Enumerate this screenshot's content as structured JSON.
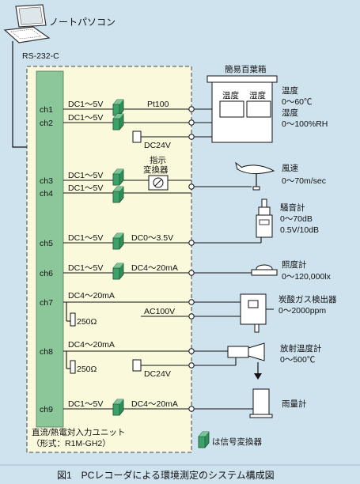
{
  "pc": {
    "label": "ノートパソコン",
    "interface": "RS-232-C"
  },
  "unit": {
    "name_line1": "直流/熱電対入力ユニット",
    "name_line2": "（形式：R1M-GH2）"
  },
  "legend": {
    "text": "は信号変換器"
  },
  "caption": "図1　PCレコーダによる環境測定のシステム構成図",
  "box": {
    "title": "簡易百葉箱",
    "sensor1": "温度",
    "sensor2": "湿度"
  },
  "channels": {
    "ch1": {
      "label": "ch1",
      "signal": "DC1～5V",
      "extra": "Pt100"
    },
    "ch2": {
      "label": "ch2",
      "signal": "DC1～5V",
      "power": "DC24V"
    },
    "ch3": {
      "label": "ch3",
      "signal": "DC1～5V"
    },
    "ch4": {
      "label": "ch4",
      "signal": "DC1～5V",
      "converter_l1": "指示",
      "converter_l2": "変換器"
    },
    "ch5": {
      "label": "ch5",
      "signal": "DC1～5V",
      "out": "DC0～3.5V"
    },
    "ch6": {
      "label": "ch6",
      "signal": "DC1～5V",
      "out": "DC4～20mA"
    },
    "ch7": {
      "label": "ch7",
      "signal": "DC4～20mA",
      "resistor": "250Ω",
      "power": "AC100V"
    },
    "ch8": {
      "label": "ch8",
      "signal": "DC4～20mA",
      "resistor": "250Ω",
      "power": "DC24V"
    },
    "ch9": {
      "label": "ch9",
      "signal": "DC1～5V",
      "out": "DC4～20mA"
    }
  },
  "sensors": {
    "temp": {
      "name": "温度",
      "range": "0～60℃"
    },
    "hum": {
      "name": "湿度",
      "range": "0～100%RH"
    },
    "wind": {
      "name": "風速",
      "range": "0～70m/sec"
    },
    "noise": {
      "name": "騒音計",
      "range": "0～70dB",
      "range2": "0.5V/10dB"
    },
    "lux": {
      "name": "照度計",
      "range": "0～120,000lx"
    },
    "co2": {
      "name": "炭酸ガス検出器",
      "range": "0～2000ppm"
    },
    "rad": {
      "name": "放射温度計",
      "range": "0～500℃"
    },
    "rain": {
      "name": "雨量計"
    }
  },
  "colors": {
    "background": "#cfe3ef",
    "unit_fill": "#fbf9dc",
    "bar_fill": "#8cc79a",
    "converter": "#2f8f57"
  }
}
